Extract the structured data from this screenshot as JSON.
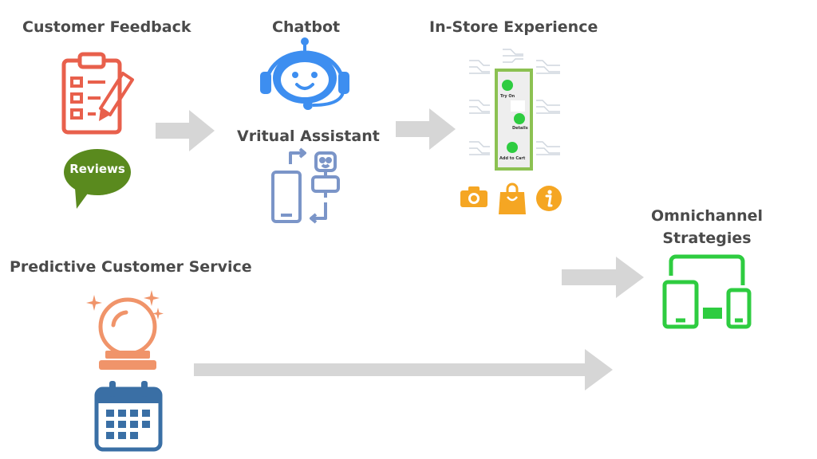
{
  "labels": {
    "customer_feedback": "Customer Feedback",
    "chatbot": "Chatbot",
    "instore": "In-Store Experience",
    "virtual_assistant": "Vritual Assistant",
    "omnichannel_line1": "Omnichannel",
    "omnichannel_line2": "Strategies",
    "predictive": "Predictive Customer Service",
    "reviews": "Reviews"
  },
  "phone_mockup": {
    "try_on": "Try On",
    "details": "Details",
    "add_to_cart": "Add to Cart"
  },
  "icons": {
    "feedback": "clipboard-checklist-pencil-icon",
    "reviews": "speech-bubble-icon",
    "chatbot": "robot-headset-icon",
    "virtual_assistant": "phone-robot-sync-icon",
    "instore": "phone-mockup-icon",
    "camera": "camera-icon",
    "bag": "shopping-bag-icon",
    "info": "info-icon",
    "omnichannel": "devices-icon",
    "predictive": "crystal-ball-icon",
    "calendar": "calendar-icon"
  },
  "colors": {
    "text": "#4a4a4a",
    "arrow": "#d6d6d6",
    "feedback": "#e8604c",
    "reviews": "#5a8a1e",
    "chatbot": "#3d8ef0",
    "assistant": "#7b95c8",
    "phone_border": "#8cc152",
    "dot_green": "#2ecc40",
    "orange_icons": "#f5a623",
    "omnichannel": "#2ecc40",
    "crystal": "#f0946a",
    "calendar": "#3a6fa5"
  }
}
